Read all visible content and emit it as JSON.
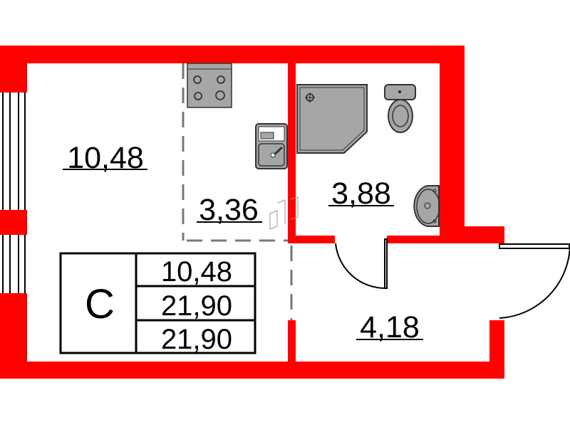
{
  "rooms": {
    "living": {
      "area": "10,48"
    },
    "kitchen": {
      "area": "3,36"
    },
    "bathroom": {
      "area": "3,88"
    },
    "hallway": {
      "area": "4,18"
    }
  },
  "summary": {
    "type_label": "C",
    "living_area": "10,48",
    "total_area": "21,90",
    "total_area_2": "21,90"
  },
  "colors": {
    "wall": "#ff0000",
    "fixture": "#a6a6a6",
    "dash": "#777777"
  },
  "icons": [
    "stove-icon",
    "sink-icon",
    "shower-icon",
    "toilet-icon",
    "washbasin-icon",
    "fridge-icon"
  ]
}
